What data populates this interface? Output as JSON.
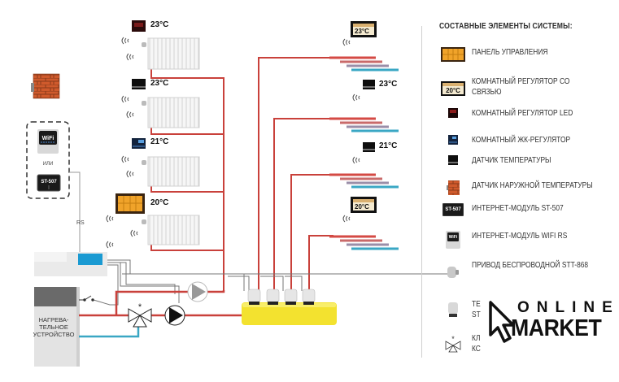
{
  "legend": {
    "title": "СОСТАВНЫЕ ЭЛЕМЕНТЫ СИСТЕМЫ:",
    "items": [
      {
        "icon": "control-panel-icon",
        "label": "ПАНЕЛЬ УПРАВЛЕНИЯ"
      },
      {
        "icon": "room-regulator-comm-icon",
        "label": "КОМНАТНЫЙ РЕГУЛЯТОР СО",
        "label2": "СВЯЗЬЮ",
        "icon_text": "20°C"
      },
      {
        "icon": "room-regulator-led-icon",
        "label": "КОМНАТНЫЙ РЕГУЛЯТОР LED"
      },
      {
        "icon": "room-lcd-regulator-icon",
        "label": "КОМНАТНЫЙ ЖК-РЕГУЛЯТОР"
      },
      {
        "icon": "temperature-sensor-icon",
        "label": "ДАТЧИК ТЕМПЕРАТУРЫ"
      },
      {
        "icon": "outdoor-sensor-icon",
        "label": "ДАТЧИК НАРУЖНОЙ ТЕМПЕРАТУРЫ"
      },
      {
        "icon": "internet-module-st507-icon",
        "label": "ИНТЕРНЕТ-МОДУЛЬ ST-507",
        "icon_text": "ST-507"
      },
      {
        "icon": "internet-module-wifi-icon",
        "label": "ИНТЕРНЕТ-МОДУЛЬ WIFI RS",
        "icon_text": "WiFi"
      },
      {
        "icon": "wireless-actuator-icon",
        "label": "ПРИВОД БЕСПРОВОДНОЙ STT-868"
      },
      {
        "icon": "thermo-actuator-icon",
        "label": "ТЕ",
        "label2": "ST"
      },
      {
        "icon": "mixing-valve-icon",
        "label": "КЛ",
        "label2": "КС"
      }
    ]
  },
  "diagram": {
    "radiator_temps": [
      "23°C",
      "23°C",
      "21°C",
      "20°C"
    ],
    "floor_temps": [
      "23°C",
      "23°C",
      "21°C",
      "20°C"
    ],
    "modules": {
      "wifi_label": "WiFi",
      "or_label": "ИЛИ",
      "st507_label": "ST-507",
      "rs_label": "RS"
    },
    "boiler_label": [
      "НАГРЕВА-",
      "ТЕЛЬНОЕ",
      "УСТРОЙСТВО"
    ]
  },
  "logo": {
    "line1": "ONLINE",
    "line2": "MARKET"
  },
  "colors": {
    "hot_pipe": "#c9413b",
    "cold_pipe": "#3aa7c4",
    "signal_wire": "#777777",
    "manifold": "#f3e22f",
    "control_panel": "#f0a32a",
    "brick": "#c9552a",
    "controller_screen": "#1a9ad2"
  }
}
